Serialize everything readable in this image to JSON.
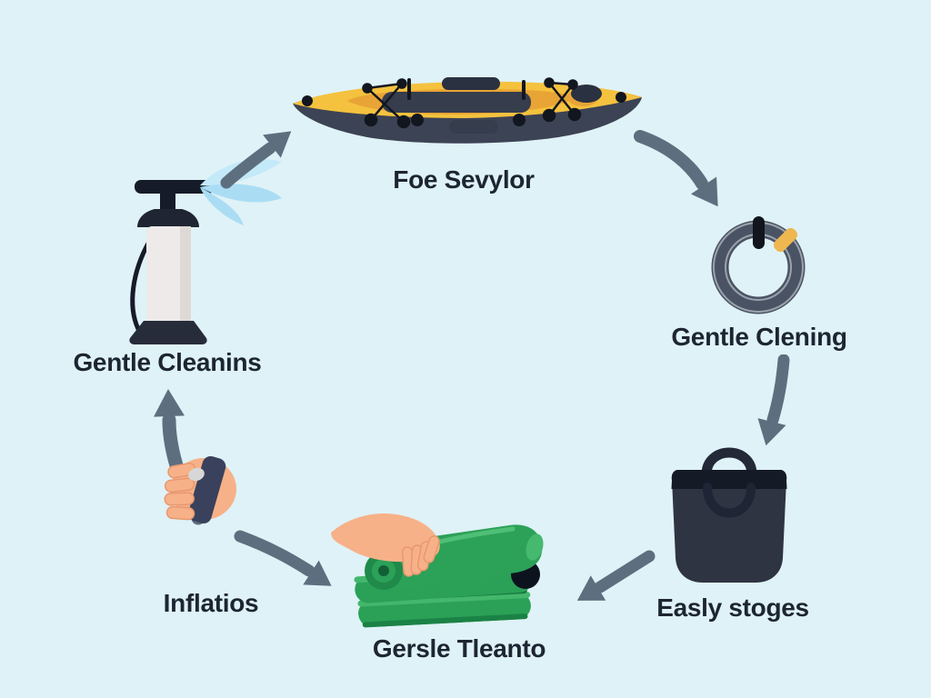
{
  "diagram": {
    "type": "cycle",
    "subject": "Inflatable kayak care steps",
    "nodes": [
      {
        "id": "pump",
        "label": "Gentle Cleanins",
        "icon": "air-pump-spray-icon"
      },
      {
        "id": "kayak",
        "label": "Foe Sevylor",
        "icon": "inflatable-kayak-icon"
      },
      {
        "id": "hose",
        "label": "Gentle Clening",
        "icon": "coiled-hose-icon"
      },
      {
        "id": "bag",
        "label": "Easly stoges",
        "icon": "storage-bag-icon"
      },
      {
        "id": "folded",
        "label": "Gersle Tleanto",
        "icon": "hand-folding-kayak-icon"
      },
      {
        "id": "inflation",
        "label": "Inflatios",
        "icon": "hand-holding-arrow-icon"
      }
    ],
    "arrows": [
      {
        "from": "pump",
        "to": "kayak",
        "icon": "arrow-up-right-icon"
      },
      {
        "from": "kayak",
        "to": "hose",
        "icon": "arrow-down-right-icon"
      },
      {
        "from": "hose",
        "to": "bag",
        "icon": "arrow-down-icon"
      },
      {
        "from": "bag",
        "to": "folded",
        "icon": "arrow-down-left-icon"
      },
      {
        "from": "inflation",
        "to": "folded",
        "icon": "arrow-down-right-icon"
      },
      {
        "from": "inflation",
        "to": "pump",
        "icon": "arrow-up-icon"
      }
    ]
  },
  "palette": {
    "background": "#dff2f7",
    "text": "#1d2532",
    "arrow": "#5d6f7e",
    "kayak-yellow": "#f4c23e",
    "kayak-hull": "#3c4354",
    "cockpit-orange": "#e8a435",
    "spray-blue": "#aaddf4",
    "pump-dark": "#161b29",
    "pump-body": "#edeae9",
    "hose-gray": "#4a5363",
    "hose-band-yellow": "#efb74f",
    "bag-dark": "#2e3442",
    "fold-green": "#2aa156",
    "fold-green-dark": "#187a41",
    "skin": "#f7b189"
  }
}
